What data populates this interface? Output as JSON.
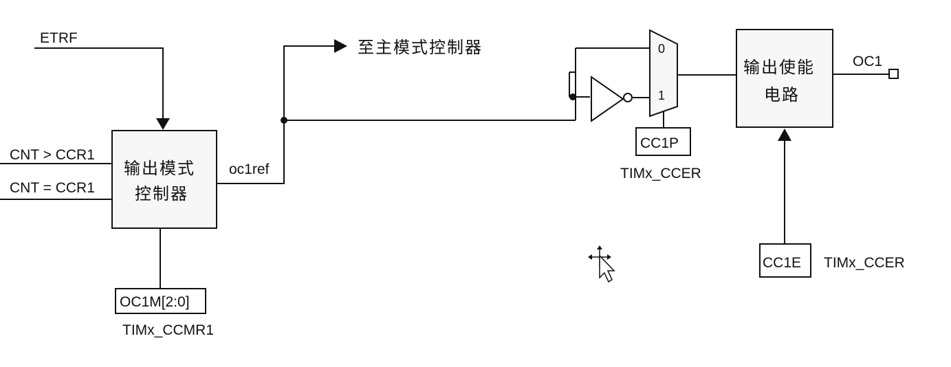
{
  "inputs": {
    "etrf": "ETRF",
    "cnt_gt_ccr1": "CNT > CCR1",
    "cnt_eq_ccr1": "CNT = CCR1"
  },
  "output_mode_controller": {
    "line1": "输出模式",
    "line2": "控制器"
  },
  "oc1m_register": {
    "field": "OC1M[2:0]",
    "register": "TIMx_CCMR1"
  },
  "oc1ref_label": "oc1ref",
  "to_master_mode_controller": "至主模式控制器",
  "mux": {
    "input_0": "0",
    "input_1": "1"
  },
  "cc1p_register": {
    "field": "CC1P",
    "register": "TIMx_CCER"
  },
  "output_enable_circuit": {
    "line1": "输出使能",
    "line2": "电路"
  },
  "cc1e_register": {
    "field": "CC1E",
    "register": "TIMx_CCER"
  },
  "output_label": "OC1"
}
